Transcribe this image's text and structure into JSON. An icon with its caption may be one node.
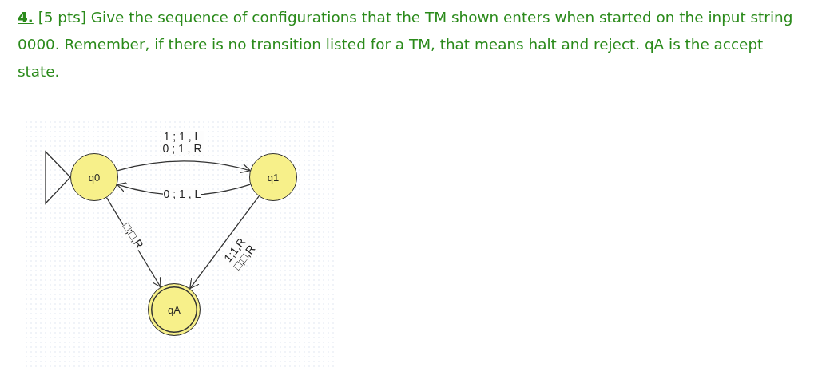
{
  "diagram": {
    "title": "**4.** [5 pts] Give the sequence of configurations that the TM shown enters when started on the input string 0000.  Remember, if there is no transition listed for a TM, that means halt and reject.  qA is the accept state.",
    "nodes": [
      {
        "text": [
          "q0"
        ]
      },
      {
        "text": [
          "q1"
        ]
      },
      {
        "text": [
          "qA"
        ]
      }
    ],
    "edges": [
      {
        "from": null,
        "to": 0,
        "arrow": "to"
      },
      {
        "from": 0,
        "to": 1,
        "arrow": "to",
        "label": "1 ; 1 , L 0 ; 1 , R"
      },
      {
        "from": 1,
        "to": 0,
        "arrow": "to",
        "label": "0 ; 1 , L"
      },
      {
        "from": 0,
        "to": 2,
        "arrow": "to",
        "label": "□;□,R"
      },
      {
        "from": 1,
        "to": 2,
        "arrow": "to",
        "label": "1;1,R □;□,R"
      }
    ]
  }
}
